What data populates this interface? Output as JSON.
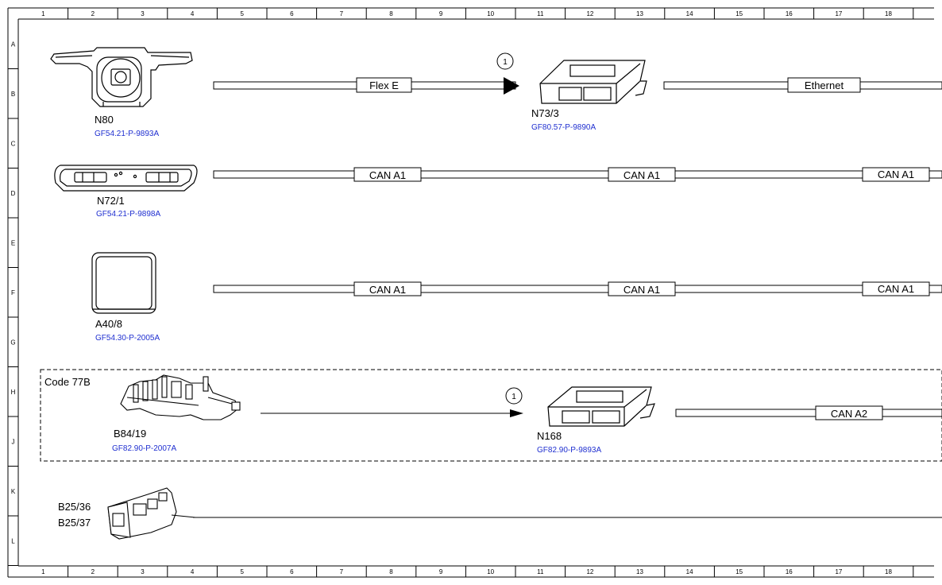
{
  "grid": {
    "columns": [
      "1",
      "2",
      "3",
      "4",
      "5",
      "6",
      "7",
      "8",
      "9",
      "10",
      "11",
      "12",
      "13",
      "14",
      "15",
      "16",
      "17",
      "18"
    ],
    "rows": [
      "A",
      "B",
      "C",
      "D",
      "E",
      "F",
      "G",
      "H",
      "J",
      "K",
      "L"
    ]
  },
  "components": {
    "n80": {
      "label": "N80",
      "ref": "GF54.21-P-9893A",
      "icon": "steering-column-module-icon"
    },
    "n73_3": {
      "label": "N73/3",
      "ref": "GF80.57-P-9890A",
      "icon": "control-unit-icon"
    },
    "n72_1": {
      "label": "N72/1",
      "ref": "GF54.21-P-9898A",
      "icon": "overhead-control-panel-icon"
    },
    "a40_8": {
      "label": "A40/8",
      "ref": "GF54.30-P-2005A",
      "icon": "display-unit-icon"
    },
    "b84_19": {
      "label": "B84/19",
      "ref": "GF82.90-P-2007A",
      "icon": "camera-sensor-icon"
    },
    "n168": {
      "label": "N168",
      "ref": "GF82.90-P-9893A",
      "icon": "control-unit-icon"
    },
    "b25": {
      "label_1": "B25/36",
      "label_2": "B25/37",
      "icon": "sensor-connector-icon"
    }
  },
  "connections": {
    "flex_e": "Flex E",
    "ethernet": "Ethernet",
    "can_a1_row1": [
      "CAN A1",
      "CAN A1",
      "CAN A1"
    ],
    "can_a1_row2": [
      "CAN A1",
      "CAN A1",
      "CAN A1"
    ],
    "can_a2": "CAN A2",
    "callout_1": "1",
    "callout_2": "1"
  },
  "option_group": {
    "label": "Code 77B"
  },
  "colors": {
    "reference_link": "#1f2fd0",
    "line": "#000000"
  }
}
